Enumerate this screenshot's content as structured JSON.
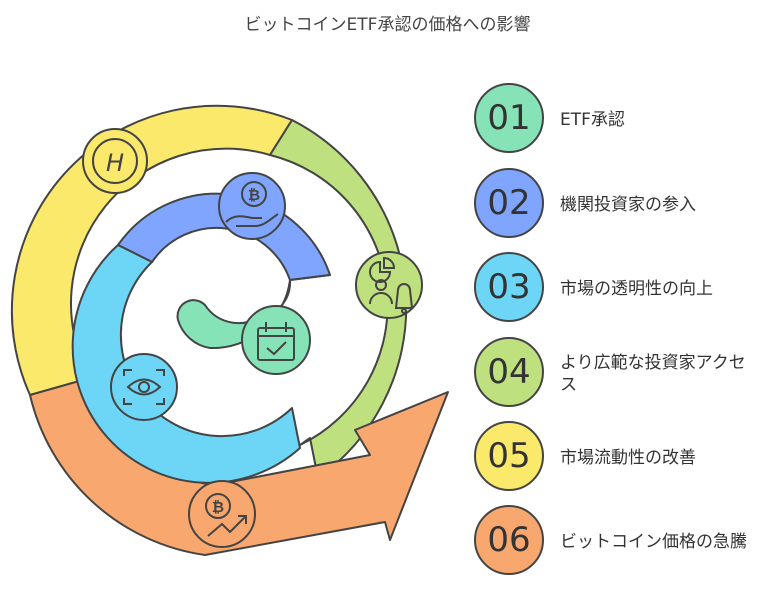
{
  "title": "ビットコインETF承認の価格への影響",
  "steps": [
    {
      "number": "01",
      "label": "ETF承認",
      "color": "#86e3b8"
    },
    {
      "number": "02",
      "label": "機関投資家の参入",
      "color": "#7fa5ff"
    },
    {
      "number": "03",
      "label": "市場の透明性の向上",
      "color": "#6dd6f6"
    },
    {
      "number": "04",
      "label": "より広範な投資家アクセス",
      "color": "#bfe07f"
    },
    {
      "number": "05",
      "label": "市場流動性の改善",
      "color": "#fbe96b"
    },
    {
      "number": "06",
      "label": "ビットコイン価格の急騰",
      "color": "#f8a86e"
    }
  ],
  "icons": {
    "h_badge_text": "H"
  }
}
